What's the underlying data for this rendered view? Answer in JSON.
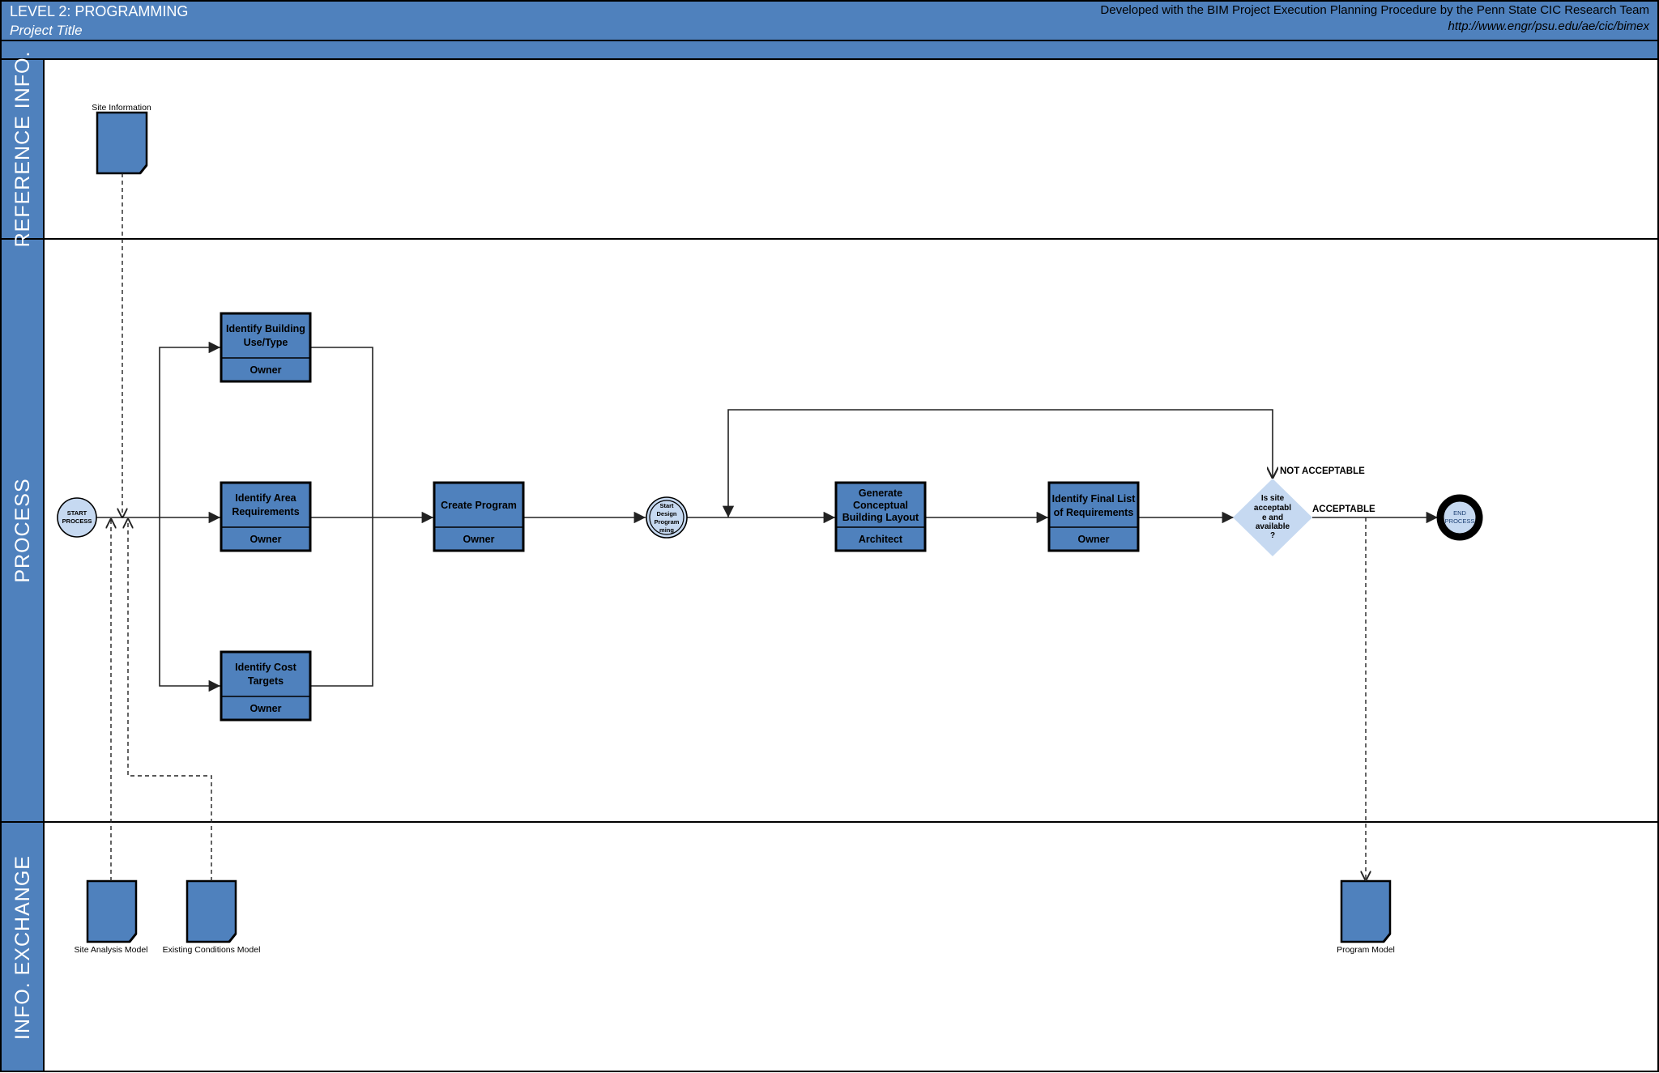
{
  "header": {
    "level": "LEVEL 2:  PROGRAMMING",
    "project_title": "Project Title",
    "developed_with": "Developed with the BIM Project Execution Planning Procedure by the Penn State CIC Research Team",
    "url": "http://www.engr/psu.edu/ae/cic/bimex"
  },
  "lanes": {
    "reference": "REFERENCE INFO.",
    "process": "PROCESS",
    "exchange": "INFO. EXCHANGE"
  },
  "reference_docs": {
    "site_information": "Site Information"
  },
  "exchange_docs": {
    "site_analysis_model": "Site Analysis Model",
    "existing_conditions_model": "Existing Conditions Model",
    "program_model": "Program Model"
  },
  "events": {
    "start_l1": "START",
    "start_l2": "PROCESS",
    "design_l1": "Start",
    "design_l2": "Design",
    "design_l3": "Program",
    "design_l4": "ming",
    "end_l1": "END",
    "end_l2": "PROCESS"
  },
  "tasks": {
    "use_type_l1": "Identify Building",
    "use_type_l2": "Use/Type",
    "use_type_owner": "Owner",
    "area_l1": "Identify Area",
    "area_l2": "Requirements",
    "area_owner": "Owner",
    "cost_l1": "Identify Cost",
    "cost_l2": "Targets",
    "cost_owner": "Owner",
    "create_program": "Create Program",
    "create_program_owner": "Owner",
    "layout_l1": "Generate",
    "layout_l2": "Conceptual",
    "layout_l3": "Building Layout",
    "layout_owner": "Architect",
    "final_l1": "Identify Final List",
    "final_l2": "of Requirements",
    "final_owner": "Owner"
  },
  "decision": {
    "l1": "Is site",
    "l2": "acceptabl",
    "l3": "e and",
    "l4": "available",
    "l5": "?",
    "not_acceptable": "NOT ACCEPTABLE",
    "acceptable": "ACCEPTABLE"
  },
  "colors": {
    "brand_blue": "#4f81bd",
    "light_blue": "#c6d9f1",
    "border": "#000000"
  }
}
